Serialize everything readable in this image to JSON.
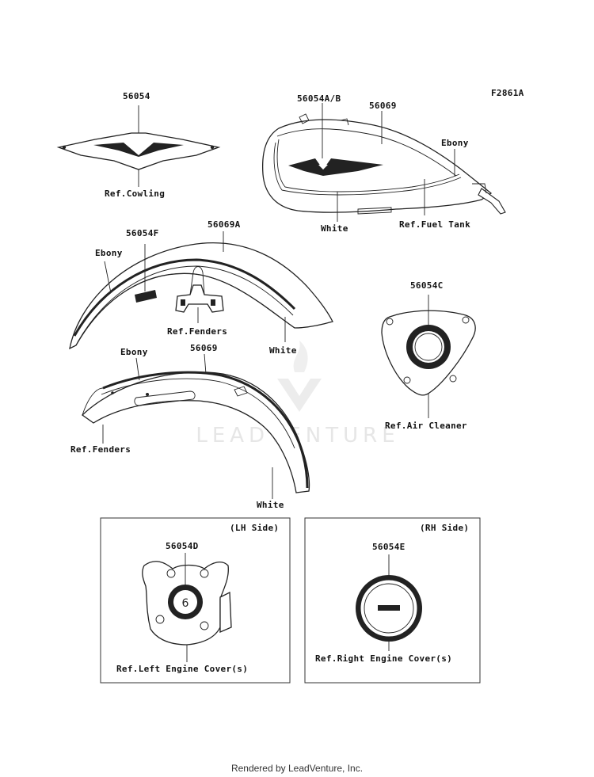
{
  "figure_id": "F2861A",
  "labels": {
    "p56054": "56054",
    "ref_cowling": "Ref.Cowling",
    "p56054ab": "56054A/B",
    "p56069_tank": "56069",
    "ebony_tank": "Ebony",
    "white_tank": "White",
    "ref_fuel_tank": "Ref.Fuel Tank",
    "p56069a": "56069A",
    "p56054f": "56054F",
    "ebony_front": "Ebony",
    "ref_fenders_front": "Ref.Fenders",
    "white_front": "White",
    "p56054c": "56054C",
    "ref_air_cleaner": "Ref.Air Cleaner",
    "ebony_rear": "Ebony",
    "p56069_rear": "56069",
    "ref_fenders_rear": "Ref.Fenders",
    "white_rear": "White",
    "lh_side": "(LH Side)",
    "p56054d": "56054D",
    "ref_left_engine_cover": "Ref.Left Engine Cover(s)",
    "rh_side": "(RH Side)",
    "p56054e": "56054E",
    "ref_right_engine_cover": "Ref.Right Engine Cover(s)"
  },
  "watermark": "LEADVENTURE",
  "footer": "Rendered by LeadVenture, Inc."
}
